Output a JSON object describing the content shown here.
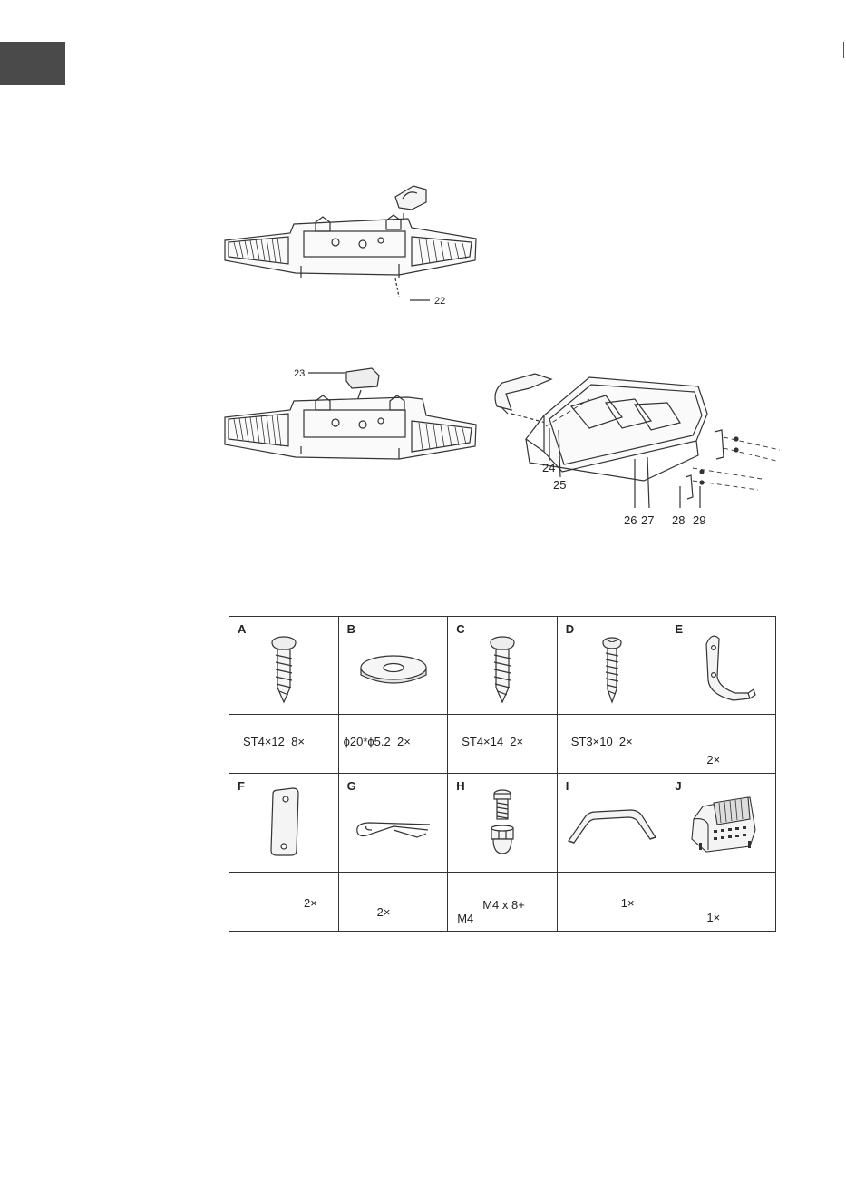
{
  "callouts": {
    "c22": "22",
    "c23": "23",
    "c24": "24",
    "c25": "25",
    "c26": "26",
    "c27": "27",
    "c28": "28",
    "c29": "29"
  },
  "parts": [
    {
      "letter": "A",
      "spec": "ST4×12  8×",
      "icon": "pan-head-tapping-screw-icon"
    },
    {
      "letter": "B",
      "spec": "ϕ20*ϕ5.2  2×",
      "icon": "flat-washer-icon"
    },
    {
      "letter": "C",
      "spec": "ST4×14  2×",
      "icon": "pan-head-tapping-screw-icon"
    },
    {
      "letter": "D",
      "spec": "ST3×10  2×",
      "icon": "phillips-tapping-screw-icon"
    },
    {
      "letter": "E",
      "spec": "2×",
      "icon": "hook-bracket-icon"
    },
    {
      "letter": "F",
      "spec": "2×",
      "icon": "plate-bracket-icon"
    },
    {
      "letter": "G",
      "spec": "2×",
      "icon": "cotter-pin-icon"
    },
    {
      "letter": "H",
      "spec": "M4 x 8+",
      "spec2": "M4",
      "icon": "bolt-and-cap-nut-icon"
    },
    {
      "letter": "I",
      "spec": "1×",
      "icon": "handle-icon"
    },
    {
      "letter": "J",
      "spec": "1×",
      "icon": "grill-box-icon"
    }
  ]
}
